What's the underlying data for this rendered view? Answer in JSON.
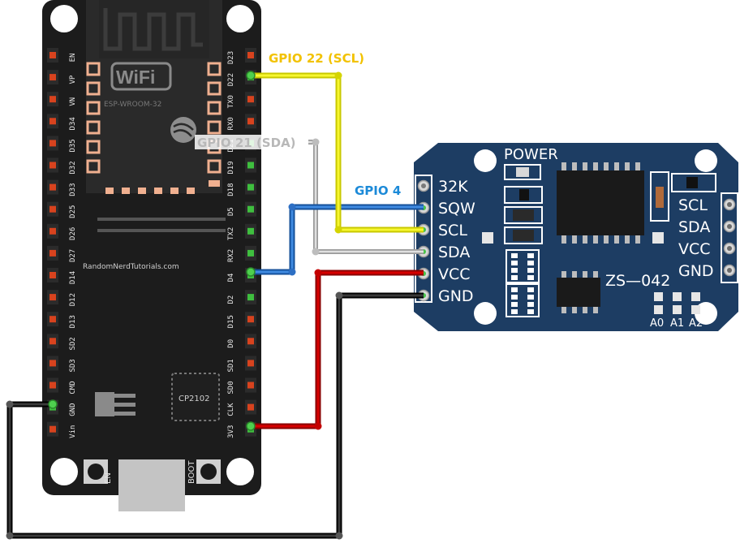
{
  "esp32": {
    "module_label": "ESP-WROOM-32",
    "wifi_logo": "WiFi",
    "watermark": "RandomNerdTutorials.com",
    "usb_chip": "CP2102",
    "en_button": "EN",
    "boot_button": "BOOT",
    "left_pins": [
      "EN",
      "VP",
      "VN",
      "D34",
      "D35",
      "D32",
      "D33",
      "D25",
      "D26",
      "D27",
      "D14",
      "D12",
      "D13",
      "SD2",
      "SD3",
      "CMD",
      "GND",
      "Vin"
    ],
    "right_pins": [
      "D23",
      "D22",
      "TX0",
      "RX0",
      "D21",
      "D19",
      "D18",
      "D5",
      "TX2",
      "RX2",
      "D4",
      "D2",
      "D15",
      "D0",
      "SD1",
      "SD0",
      "CLK",
      "3V3"
    ]
  },
  "rtc": {
    "power_label": "POWER",
    "model_label": "ZS—042",
    "left_pins": [
      "32K",
      "SQW",
      "SCL",
      "SDA",
      "VCC",
      "GND"
    ],
    "right_pins": [
      "SCL",
      "SDA",
      "VCC",
      "GND"
    ],
    "addr_labels": [
      "A0",
      "A1",
      "A2"
    ]
  },
  "wire_labels": {
    "scl": "GPIO 22 (SCL)",
    "sda": "GPIO 21 (SDA)",
    "sqw": "GPIO 4"
  },
  "colors": {
    "board": "#1c1c1c",
    "rtc_board": "#1d3d63",
    "scl_wire": "#e8e800",
    "sda_wire": "#bdbdbd",
    "sqw_wire": "#2d6fc4",
    "vcc_wire": "#c40000",
    "gnd_wire": "#222222",
    "scl_label": "#f2c200",
    "sda_label": "#b8b8b8",
    "sqw_label": "#1c8ad8"
  }
}
